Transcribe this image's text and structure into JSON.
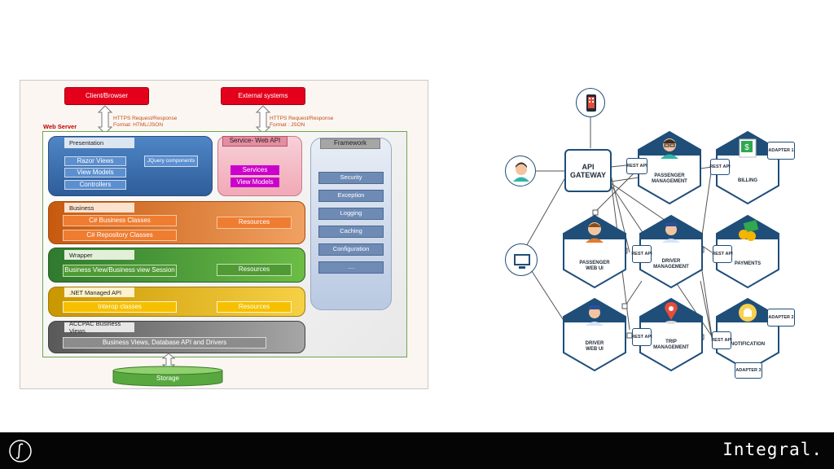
{
  "left": {
    "client": "Client/Browser",
    "external": "External systems",
    "note_left": [
      "HTTPS Request/Response",
      "Format: HTML/JSON"
    ],
    "note_right": [
      "HTTPS Request/Response",
      "Format : JSON"
    ],
    "web_server": "Web Server",
    "presentation": {
      "title": "Presentation",
      "items": [
        "Razor Views",
        "View Models",
        "Controllers"
      ],
      "jquery": "JQuery components"
    },
    "service": {
      "title": "Service- Web API",
      "items": [
        "Services",
        "View Models"
      ]
    },
    "framework": {
      "title": "Framework",
      "items": [
        "Security",
        "Exception",
        "Logging",
        "Caching",
        "Configuration",
        "...."
      ]
    },
    "business": {
      "title": "Business",
      "items": [
        "C# Business Classes",
        "C# Repository Classes"
      ],
      "resources": "Resources"
    },
    "wrapper": {
      "title": "Wrapper",
      "item": "Business View/Business view Session",
      "resources": "Resources"
    },
    "net": {
      "title": ".NET Managed API",
      "item": "Interop classes",
      "resources": "Resources"
    },
    "accpac": {
      "title": "ACCPAC Business Views",
      "item": "Business Views, Database API and  Drivers"
    },
    "storage": "Storage"
  },
  "right": {
    "gateway": [
      "API",
      "GATEWAY"
    ],
    "rest": [
      "REST",
      "API"
    ],
    "services": {
      "passenger_mgmt": [
        "PASSENGER",
        "MANAGEMENT"
      ],
      "billing": [
        "BILLING"
      ],
      "passenger_web": [
        "PASSENGER",
        "WEB UI"
      ],
      "driver_mgmt": [
        "DRIVER",
        "MANAGEMENT"
      ],
      "payments": [
        "PAYMENTS"
      ],
      "driver_web": [
        "DRIVER",
        "WEB UI"
      ],
      "trip_mgmt": [
        "TRIP",
        "MANAGEMENT"
      ],
      "notification": [
        "NOTIFICATION"
      ]
    },
    "adapters": [
      [
        "ADAPTER",
        "1"
      ],
      [
        "ADAPTER",
        "2"
      ],
      [
        "ADAPTER",
        "3"
      ]
    ],
    "icons": [
      "mobile-phone-icon",
      "user-icon",
      "monitor-icon",
      "dollar-bill-icon",
      "money-icon",
      "bell-icon",
      "map-pin-icon"
    ],
    "colors": {
      "hex": "#1f4e79",
      "line": "#555555"
    }
  },
  "footer": {
    "brand": "Integral."
  }
}
